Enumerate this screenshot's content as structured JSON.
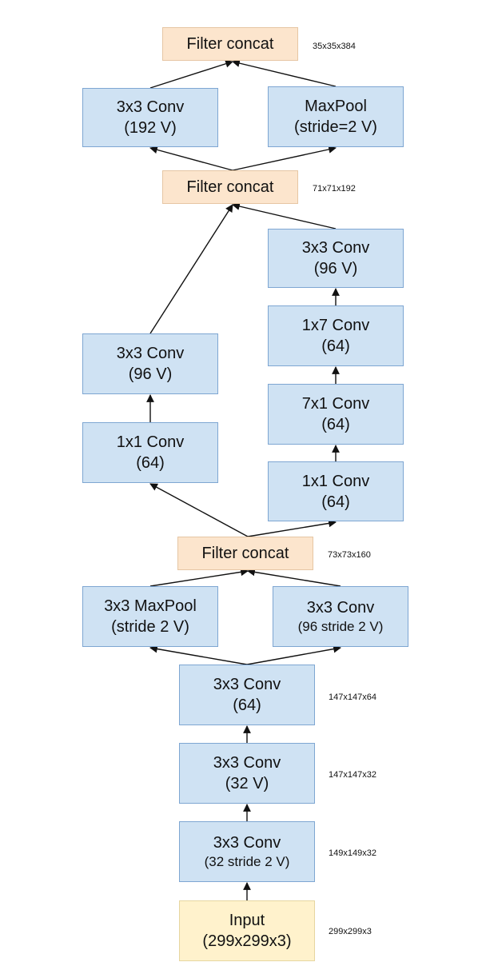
{
  "nodes": [
    {
      "id": "concat-top",
      "lines": [
        "Filter concat"
      ]
    },
    {
      "id": "conv-192",
      "lines": [
        "3x3 Conv",
        "(192 V)"
      ]
    },
    {
      "id": "maxpool-stride2",
      "lines": [
        "MaxPool",
        "(stride=2 V)"
      ]
    },
    {
      "id": "concat-mid",
      "lines": [
        "Filter concat"
      ]
    },
    {
      "id": "r-3x3-96",
      "lines": [
        "3x3 Conv",
        "(96 V)"
      ]
    },
    {
      "id": "r-1x7-64",
      "lines": [
        "1x7 Conv",
        "(64)"
      ]
    },
    {
      "id": "r-7x1-64",
      "lines": [
        "7x1 Conv",
        "(64)"
      ]
    },
    {
      "id": "r-1x1-64",
      "lines": [
        "1x1 Conv",
        "(64)"
      ]
    },
    {
      "id": "l-3x3-96",
      "lines": [
        "3x3 Conv",
        "(96 V)"
      ]
    },
    {
      "id": "l-1x1-64",
      "lines": [
        "1x1 Conv",
        "(64)"
      ]
    },
    {
      "id": "concat-low",
      "lines": [
        "Filter concat"
      ]
    },
    {
      "id": "maxpool-3x3",
      "lines": [
        "3x3 MaxPool",
        "(stride 2 V)"
      ]
    },
    {
      "id": "conv-96-stride2",
      "lines": [
        "3x3 Conv",
        "(96 stride 2 V)"
      ]
    },
    {
      "id": "stem-conv-64",
      "lines": [
        "3x3 Conv",
        "(64)"
      ]
    },
    {
      "id": "stem-conv-32v",
      "lines": [
        "3x3 Conv",
        "(32 V)"
      ]
    },
    {
      "id": "stem-conv-32-stride2",
      "lines": [
        "3x3 Conv",
        "(32 stride 2 V)"
      ]
    },
    {
      "id": "input",
      "lines": [
        "Input",
        "(299x299x3)"
      ]
    }
  ],
  "shape_labels": [
    {
      "id": "concat-top",
      "text": "35x35x384"
    },
    {
      "id": "concat-mid",
      "text": "71x71x192"
    },
    {
      "id": "concat-low",
      "text": "73x73x160"
    },
    {
      "id": "stem-conv-64",
      "text": "147x147x64"
    },
    {
      "id": "stem-conv-32v",
      "text": "147x147x32"
    },
    {
      "id": "stem-conv-32-stride2",
      "text": "149x149x32"
    },
    {
      "id": "input",
      "text": "299x299x3"
    }
  ],
  "edges": [
    {
      "from": "input",
      "to": "stem-conv-32-stride2"
    },
    {
      "from": "stem-conv-32-stride2",
      "to": "stem-conv-32v"
    },
    {
      "from": "stem-conv-32v",
      "to": "stem-conv-64"
    },
    {
      "from": "stem-conv-64",
      "to": "maxpool-3x3"
    },
    {
      "from": "stem-conv-64",
      "to": "conv-96-stride2"
    },
    {
      "from": "maxpool-3x3",
      "to": "concat-low"
    },
    {
      "from": "conv-96-stride2",
      "to": "concat-low"
    },
    {
      "from": "concat-low",
      "to": "l-1x1-64"
    },
    {
      "from": "concat-low",
      "to": "r-1x1-64"
    },
    {
      "from": "l-1x1-64",
      "to": "l-3x3-96"
    },
    {
      "from": "r-1x1-64",
      "to": "r-7x1-64"
    },
    {
      "from": "r-7x1-64",
      "to": "r-1x7-64"
    },
    {
      "from": "r-1x7-64",
      "to": "r-3x3-96"
    },
    {
      "from": "l-3x3-96",
      "to": "concat-mid"
    },
    {
      "from": "r-3x3-96",
      "to": "concat-mid"
    },
    {
      "from": "concat-mid",
      "to": "conv-192"
    },
    {
      "from": "concat-mid",
      "to": "maxpool-stride2"
    },
    {
      "from": "conv-192",
      "to": "concat-top"
    },
    {
      "from": "maxpool-stride2",
      "to": "concat-top"
    }
  ]
}
